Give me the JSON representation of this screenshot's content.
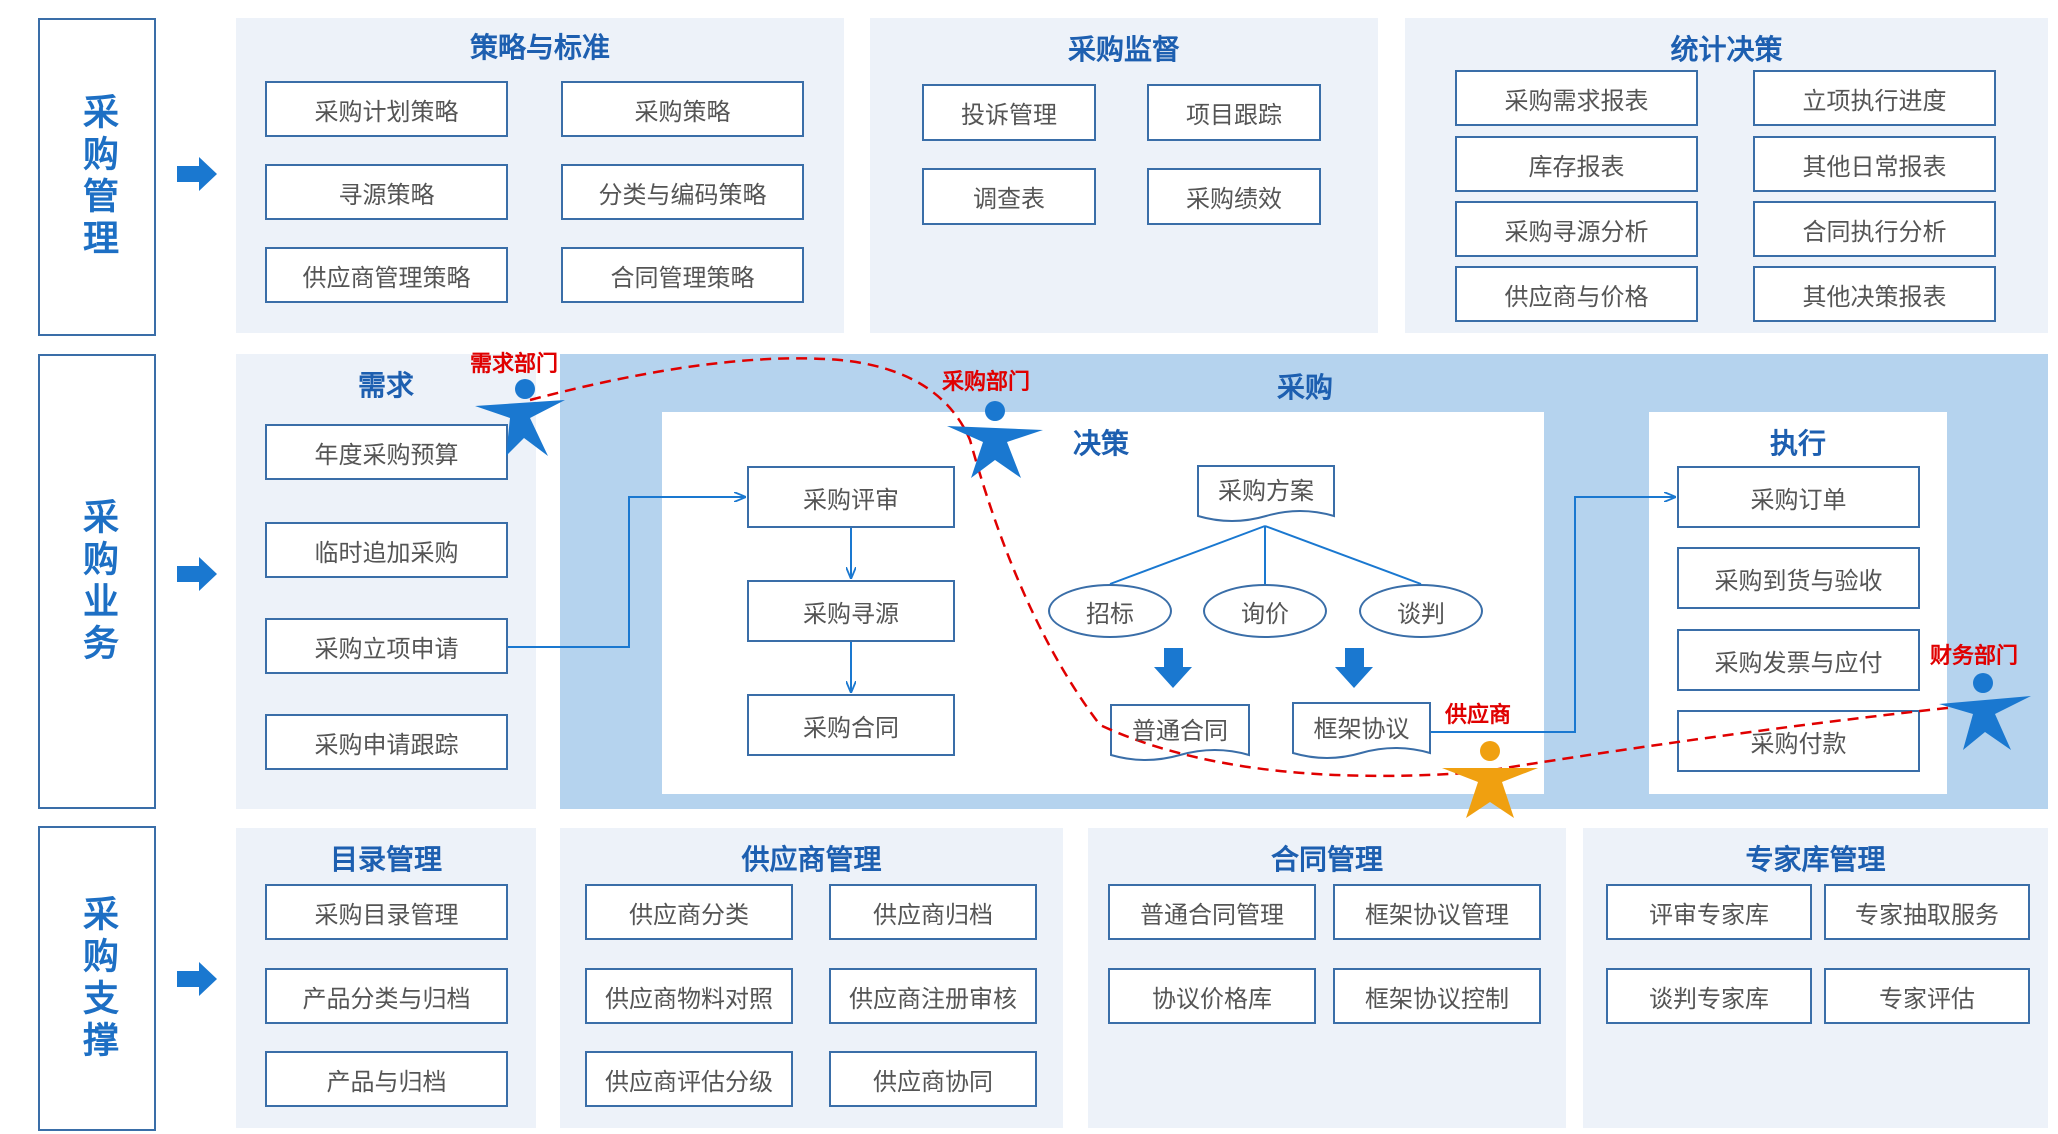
{
  "side_labels": [
    "采购管理",
    "采购业务",
    "采购支撑"
  ],
  "mgmt": {
    "strategy": {
      "title": "策略与标准",
      "items": [
        "采购计划策略",
        "采购策略",
        "寻源策略",
        "分类与编码策略",
        "供应商管理策略",
        "合同管理策略"
      ]
    },
    "supervision": {
      "title": "采购监督",
      "items": [
        "投诉管理",
        "项目跟踪",
        "调查表",
        "采购绩效"
      ]
    },
    "stats": {
      "title": "统计决策",
      "items": [
        "采购需求报表",
        "立项执行进度",
        "库存报表",
        "其他日常报表",
        "采购寻源分析",
        "合同执行分析",
        "供应商与价格",
        "其他决策报表"
      ]
    }
  },
  "business": {
    "demand": {
      "title": "需求",
      "items": [
        "年度采购预算",
        "临时追加采购",
        "采购立项申请",
        "采购申请跟踪"
      ]
    },
    "purchase_title": "采购",
    "decision": {
      "title": "决策",
      "flow": [
        "采购评审",
        "采购寻源",
        "采购合同"
      ],
      "plan": "采购方案",
      "methods": [
        "招标",
        "询价",
        "谈判"
      ],
      "contracts": [
        "普通合同",
        "框架协议"
      ]
    },
    "execution": {
      "title": "执行",
      "items": [
        "采购订单",
        "采购到货与验收",
        "采购发票与应付",
        "采购付款"
      ]
    },
    "roles": {
      "demand_dept": "需求部门",
      "purchase_dept": "采购部门",
      "supplier": "供应商",
      "finance_dept": "财务部门"
    }
  },
  "support": {
    "catalog": {
      "title": "目录管理",
      "items": [
        "采购目录管理",
        "产品分类与归档",
        "产品与归档"
      ]
    },
    "supplier": {
      "title": "供应商管理",
      "items": [
        "供应商分类",
        "供应商归档",
        "供应商物料对照",
        "供应商注册审核",
        "供应商评估分级",
        "供应商协同"
      ]
    },
    "contract": {
      "title": "合同管理",
      "items": [
        "普通合同管理",
        "框架协议管理",
        "协议价格库",
        "框架协议控制"
      ]
    },
    "expert": {
      "title": "专家库管理",
      "items": [
        "评审专家库",
        "专家抽取服务",
        "谈判专家库",
        "专家评估"
      ]
    }
  },
  "colors": {
    "border": "#3a6ea8",
    "title": "#1d5fb0",
    "role_text": "#e00000",
    "person_blue": "#1a78d0",
    "person_orange": "#f0a010",
    "panel_light": "#edf2f9",
    "panel_blue": "#b5d3ee"
  }
}
